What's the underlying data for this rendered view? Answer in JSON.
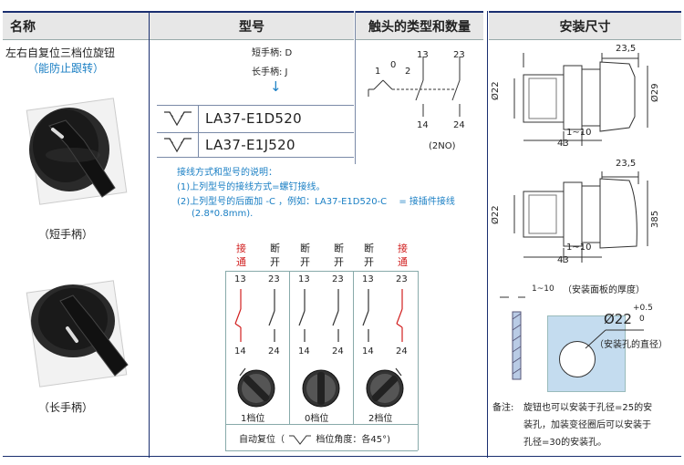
{
  "headers": {
    "name": "名称",
    "model": "型号",
    "contacts": "触头的类型和数量",
    "mount": "安装尺寸"
  },
  "left": {
    "desc": "左右自复位三档位旋钮",
    "desc2": "（能防止跟转）",
    "short_caption": "（短手柄）",
    "long_caption": "（长手柄）"
  },
  "model": {
    "short_handle": "短手柄: D",
    "long_handle": "长手柄: J",
    "arrow": "↓",
    "models": [
      "LA37-E1D520",
      "LA37-E1J520"
    ],
    "notes_title": "接线方式和型号的说明：",
    "note1": "(1)上列型号的接线方式=螺钉接线。",
    "note2": "(2)上列型号的后面加 -C ，例如：LA37-E1D520-C　 = 接插件接线",
    "note3": "(2.8*0.8mm)."
  },
  "contacts": {
    "pos_labels": [
      "1",
      "0",
      "2"
    ],
    "t13": "13",
    "t23": "23",
    "t14": "14",
    "t24": "24",
    "type": "(2NO)"
  },
  "table": {
    "heads": [
      {
        "a": "接",
        "b": "通",
        "red": true
      },
      {
        "a": "断",
        "b": "开",
        "red": false
      },
      {
        "a": "断",
        "b": "开",
        "red": false
      },
      {
        "a": "断",
        "b": "开",
        "red": false
      },
      {
        "a": "断",
        "b": "开",
        "red": false
      },
      {
        "a": "接",
        "b": "通",
        "red": true
      }
    ],
    "top_terms": [
      "13",
      "23",
      "13",
      "23",
      "13",
      "23"
    ],
    "bot_terms": [
      "14",
      "24",
      "14",
      "24",
      "14",
      "24"
    ],
    "positions": [
      "1档位",
      "0档位",
      "2档位"
    ],
    "footer": "自动复位（",
    "footer2": "档位角度：各45°)"
  },
  "mount": {
    "d1": "23,5",
    "d2": "Ø22",
    "d3": "Ø29",
    "d4": "1~10",
    "d5": "43",
    "e1": "23,5",
    "e2": "Ø22",
    "e3": "385",
    "e4": "1~10",
    "e5": "43",
    "panel": "1~10",
    "panel_note": "（安装面板的厚度）",
    "hole": "Ø22",
    "tol_up": "+0.5",
    "tol_dn": "0",
    "hole_note": "（安装孔的直径）",
    "remark_label": "备注:",
    "remark1": "旋钮也可以安装于孔径=25的安",
    "remark2": "装孔，加装变径圈后可以安装于",
    "remark3": "孔径=30的安装孔。"
  }
}
